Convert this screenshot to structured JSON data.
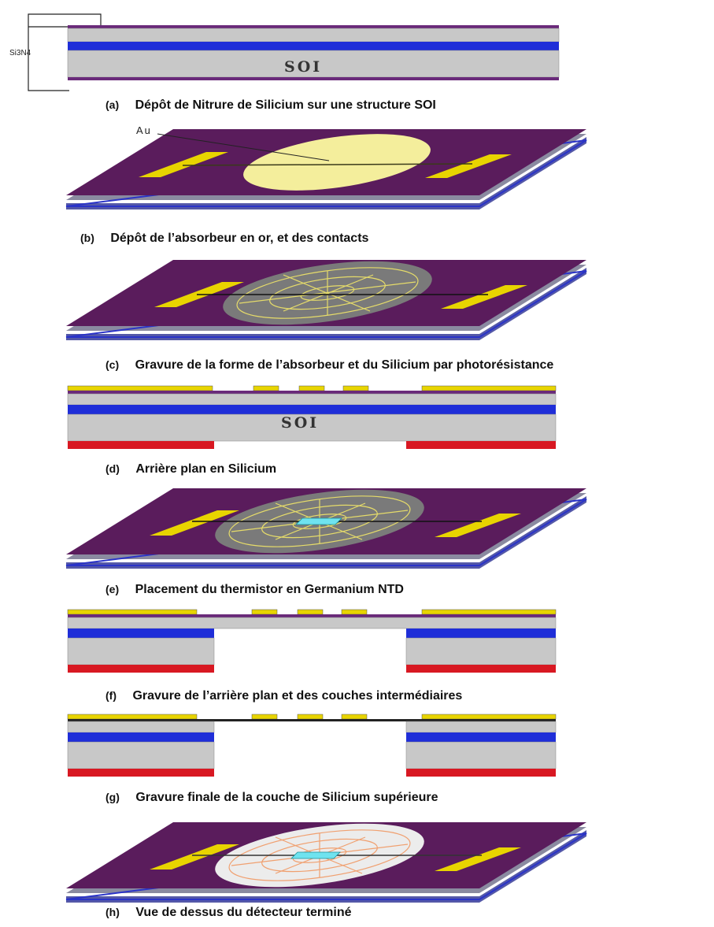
{
  "colors": {
    "silicon": "#c8c8c8",
    "oxide": "#1f2ed8",
    "nitride": "#6a2a7a",
    "gold": "#e8d400",
    "absorber": "#f4ee9c",
    "backside": "#d81822",
    "thermistor": "#6fe3ef",
    "membrane": "#5a1c5c"
  },
  "labels": {
    "si3n4": "Si3N4",
    "soi_d": "SOI",
    "au": "Au",
    "soi_a": "SOI"
  },
  "steps": [
    {
      "tag": "(a)",
      "text": "Dépôt de Nitrure de Silicium sur une structure SOI"
    },
    {
      "tag": "(b)",
      "text": "Dépôt de l’absorbeur en or, et des contacts"
    },
    {
      "tag": "(c)",
      "text": "Gravure de la forme de l’absorbeur et du Silicium par photorésistance"
    },
    {
      "tag": "(d)",
      "text": "Arrière plan en Silicium"
    },
    {
      "tag": "(e)",
      "text": "Placement du thermistor en Germanium NTD"
    },
    {
      "tag": "(f)",
      "text": "Gravure de l’arrière plan et des couches intermédiaires"
    },
    {
      "tag": "(g)",
      "text": "Gravure finale de la couche de Silicium supérieure"
    },
    {
      "tag": "(h)",
      "text": "Vue de dessus du détecteur terminé"
    }
  ]
}
